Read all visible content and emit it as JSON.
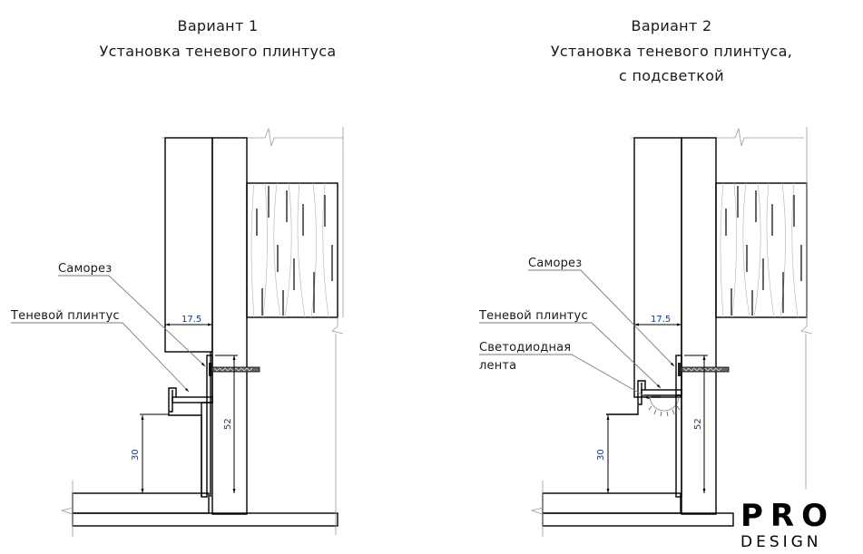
{
  "variants": [
    {
      "title_line1": "Вариант 1",
      "title_line2": "Установка теневого плинтуса",
      "title_line3": "",
      "labels": {
        "screw": "Саморез",
        "shadow_plinth": "Теневой плинтус"
      },
      "dimensions": {
        "gap_width": "17.5",
        "height_30": "30",
        "height_52": "52"
      }
    },
    {
      "title_line1": "Вариант 2",
      "title_line2": "Установка теневого плинтуса,",
      "title_line3": "с подсветкой",
      "labels": {
        "screw": "Саморез",
        "shadow_plinth": "Теневой плинтус",
        "led_strip_line1": "Светодиодная",
        "led_strip_line2": "лента"
      },
      "dimensions": {
        "gap_width": "17.5",
        "height_30": "30",
        "height_52": "52"
      }
    }
  ],
  "logo": {
    "line1": "PRO",
    "line2": "DESIGN"
  }
}
